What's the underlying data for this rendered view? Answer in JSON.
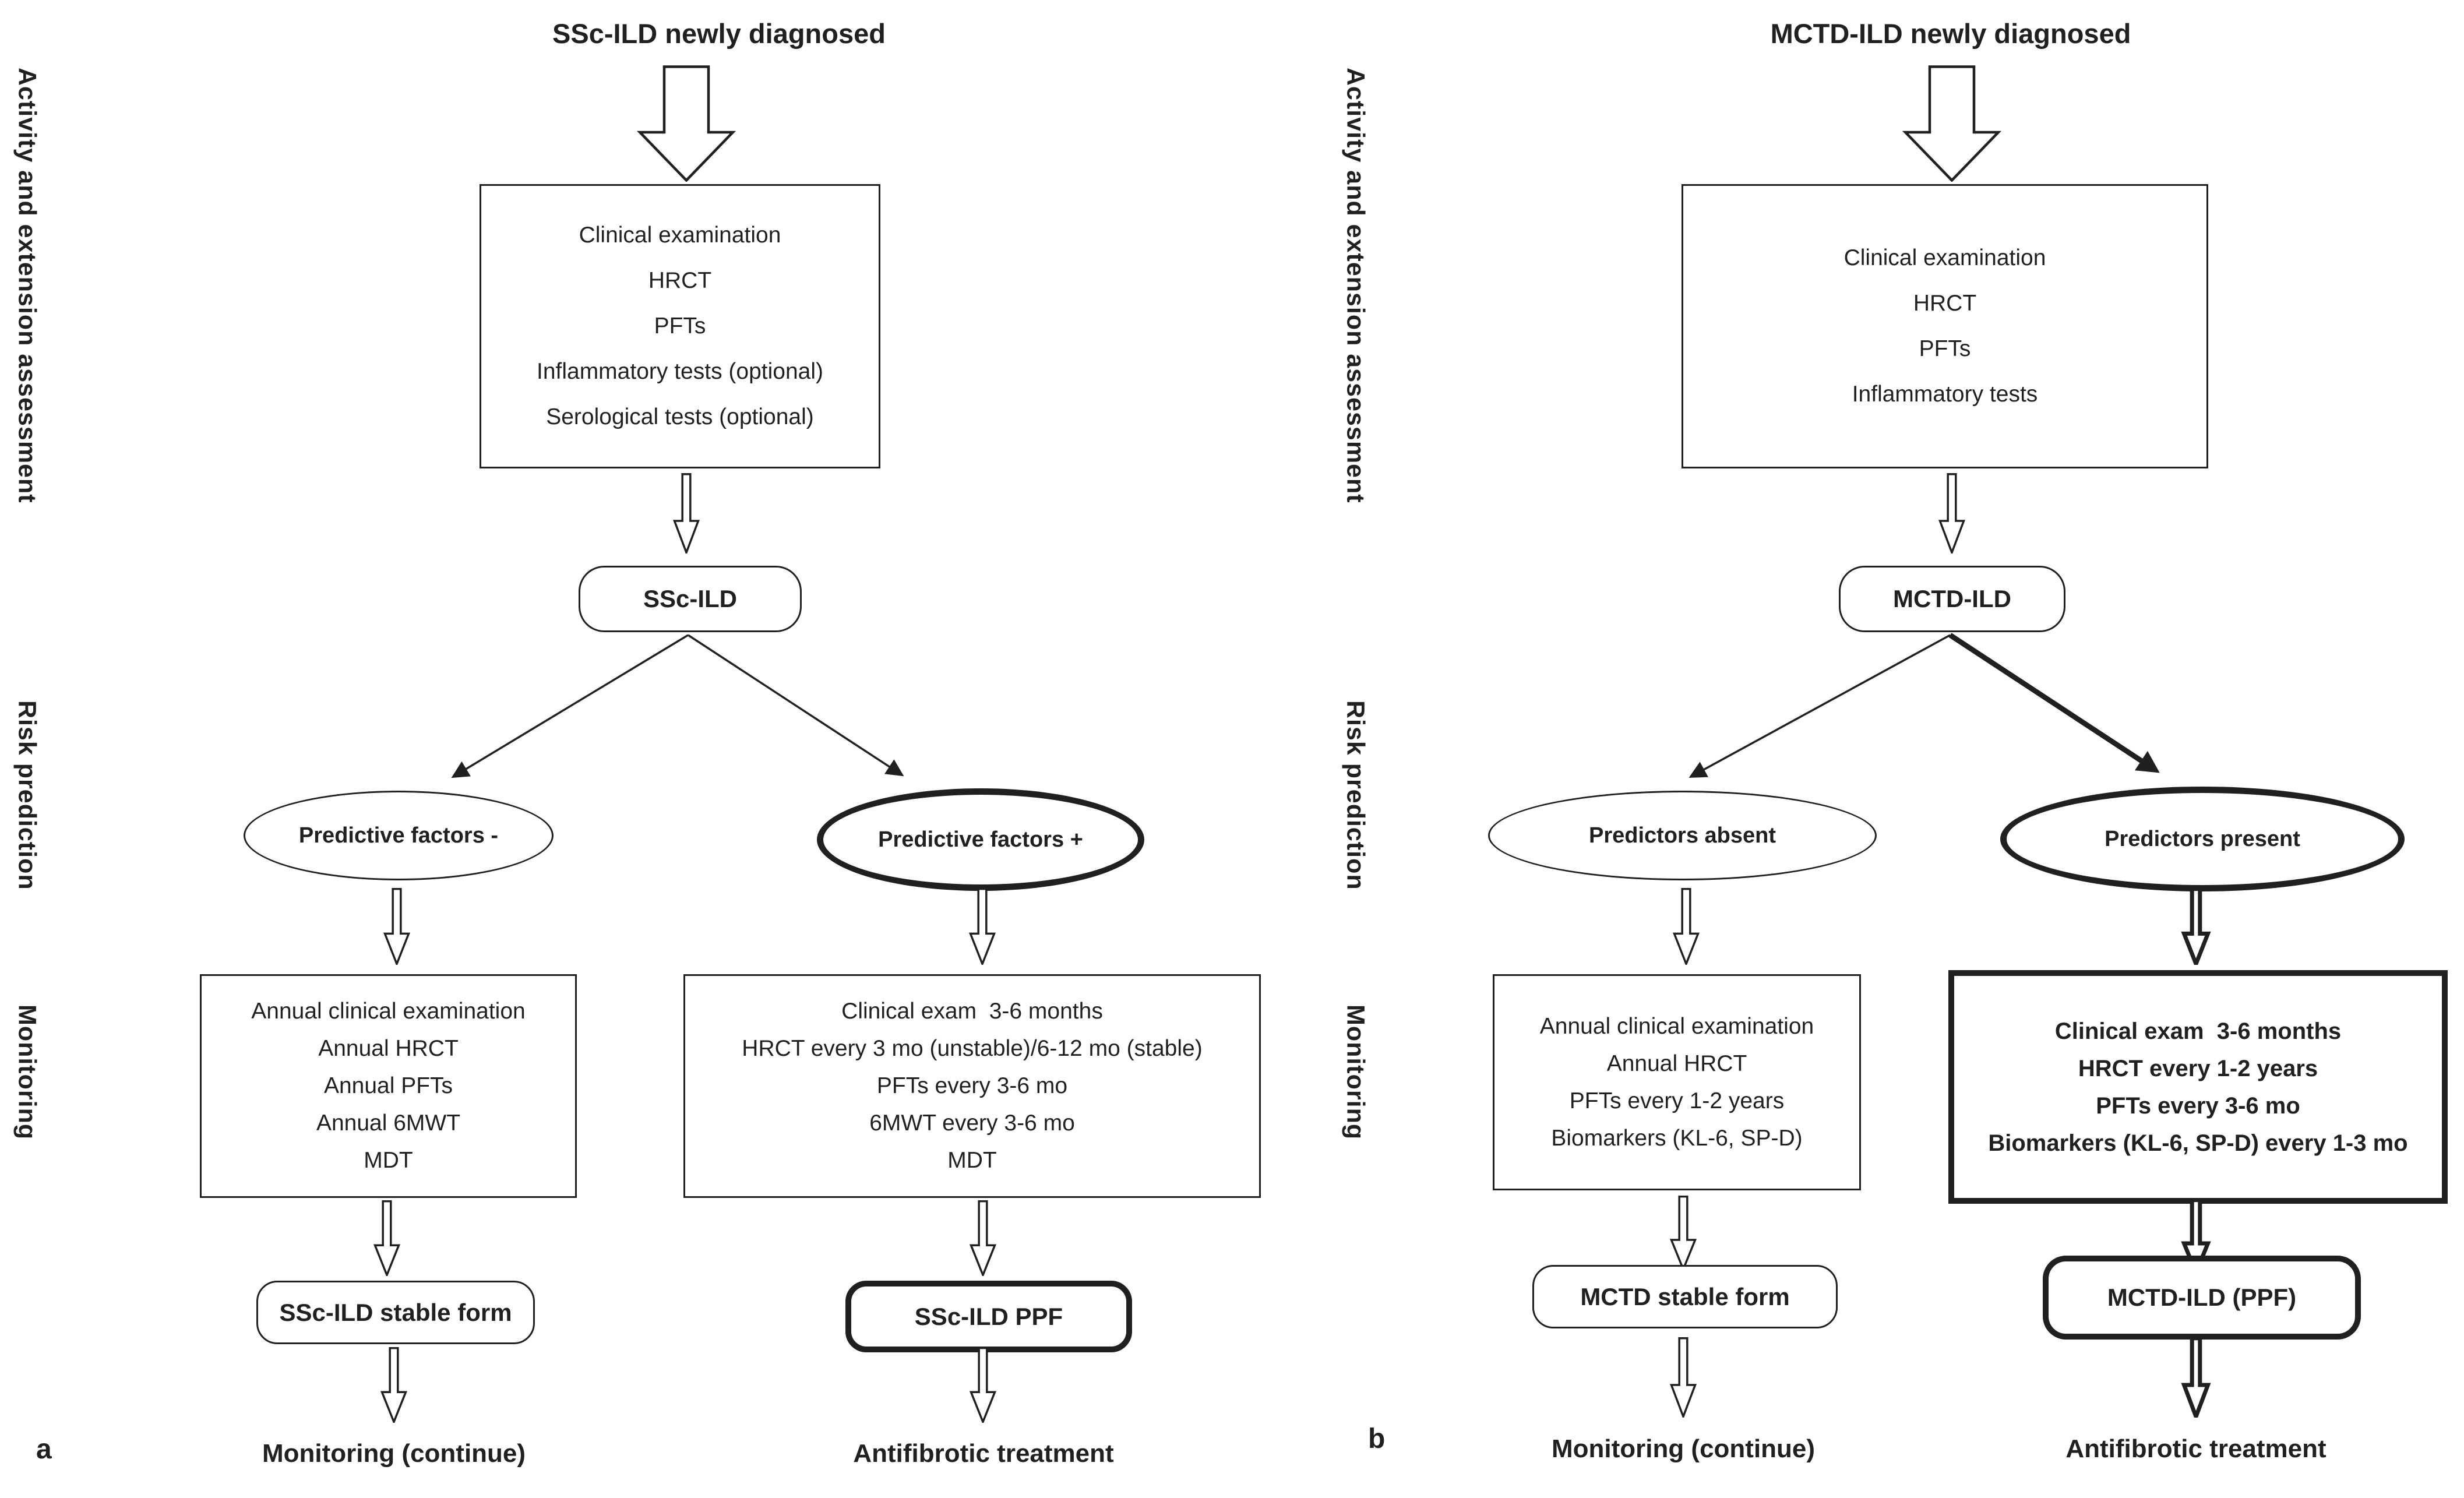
{
  "colors": {
    "ink": "#221f1f",
    "background": "#ffffff"
  },
  "panel_a": {
    "panel_letter": "a",
    "title": "SSc-ILD newly diagnosed",
    "side_labels": {
      "assessment": "Activity and extension assessment",
      "risk": "Risk prediction",
      "monitoring": "Monitoring"
    },
    "assessment_box_lines": [
      "Clinical examination",
      "HRCT",
      "PFTs",
      "Inflammatory tests (optional)",
      "Serological tests (optional)"
    ],
    "diagnosis_label": "SSc-ILD",
    "branch_negative": {
      "predictor": "Predictive factors -",
      "monitoring_lines": [
        "Annual clinical examination",
        "Annual HRCT",
        "Annual PFTs",
        "Annual 6MWT",
        "MDT"
      ],
      "outcome": "SSc-ILD stable form",
      "action": "Monitoring (continue)"
    },
    "branch_positive": {
      "predictor": "Predictive factors +",
      "monitoring_lines": [
        "Clinical exam  3-6 months",
        "HRCT every 3 mo (unstable)/6-12 mo (stable)",
        "PFTs every 3-6 mo",
        "6MWT every 3-6 mo",
        "MDT"
      ],
      "outcome": "SSc-ILD PPF",
      "action": "Antifibrotic treatment"
    }
  },
  "panel_b": {
    "panel_letter": "b",
    "title": "MCTD-ILD newly diagnosed",
    "side_labels": {
      "assessment": "Activity and extension assessment",
      "risk": "Risk prediction",
      "monitoring": "Monitoring"
    },
    "assessment_box_lines": [
      "Clinical examination",
      "HRCT",
      "PFTs",
      "Inflammatory tests"
    ],
    "diagnosis_label": "MCTD-ILD",
    "branch_negative": {
      "predictor": "Predictors absent",
      "monitoring_lines": [
        "Annual clinical examination",
        "Annual HRCT",
        "PFTs every 1-2 years",
        "Biomarkers (KL-6, SP-D)"
      ],
      "outcome": "MCTD stable form",
      "action": "Monitoring (continue)"
    },
    "branch_positive": {
      "predictor": "Predictors present",
      "monitoring_lines": [
        "Clinical exam  3-6 months",
        "HRCT every 1-2 years",
        "PFTs every 3-6 mo",
        "Biomarkers (KL-6, SP-D) every 1-3 mo"
      ],
      "outcome": "MCTD-ILD (PPF)",
      "action": "Antifibrotic treatment"
    }
  }
}
